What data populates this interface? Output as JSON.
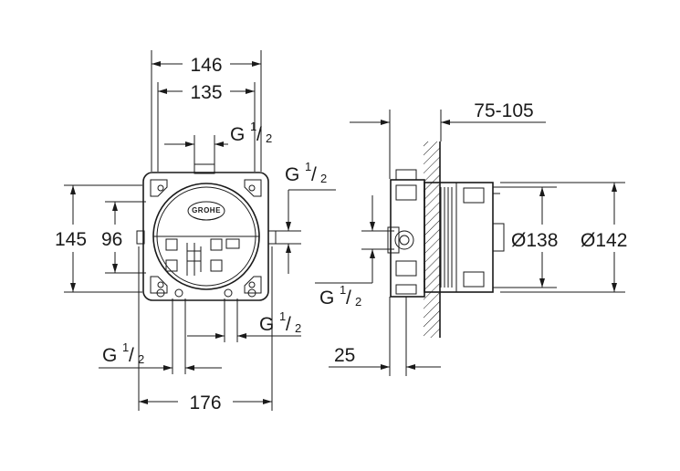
{
  "dimensions": {
    "width_outer": "146",
    "width_inner": "135",
    "height_outer": "145",
    "height_inner": "96",
    "bottom_width": "176",
    "depth_range": "75-105",
    "diameter_inner": "Ø138",
    "diameter_outer": "Ø142",
    "wall_offset": "25"
  },
  "connections": {
    "thread_prefix": "G",
    "fraction_num": "1",
    "fraction_den": "2"
  },
  "brand": "GROHE",
  "colors": {
    "line": "#1a1a1a",
    "background": "#ffffff"
  }
}
